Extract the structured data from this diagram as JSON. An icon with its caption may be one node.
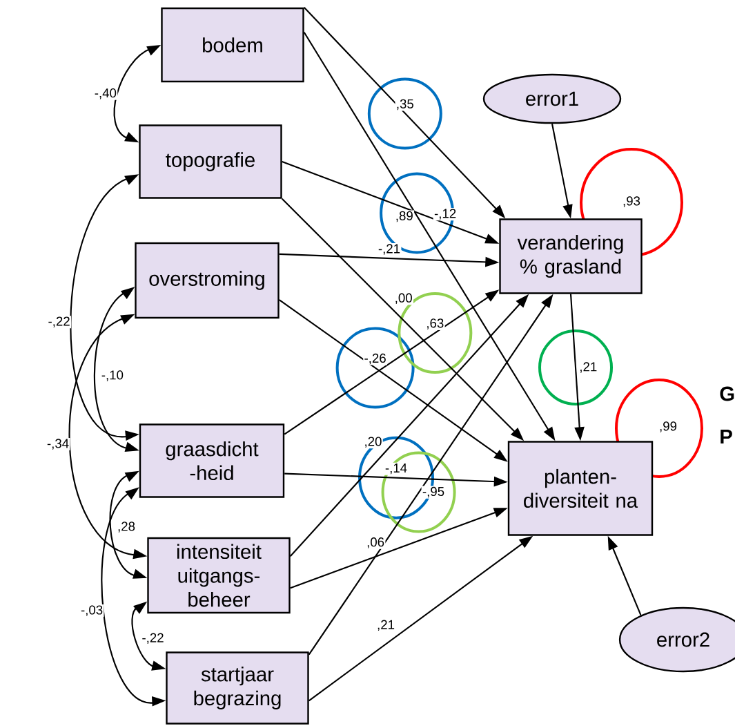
{
  "diagram": {
    "nodes": [
      {
        "text": [
          "bodem"
        ]
      },
      {
        "text": [
          "topografie"
        ]
      },
      {
        "text": [
          "overstroming"
        ]
      },
      {
        "text": [
          "graasdicht -heid"
        ]
      },
      {
        "text": [
          "intensiteit uitgangs- beheer"
        ]
      },
      {
        "text": [
          "startjaar begrazing"
        ]
      },
      {
        "text": [
          "verandering % grasland"
        ],
        "beside": [
          ",93"
        ]
      },
      {
        "text": [
          "planten- diversiteit na"
        ],
        "beside": [
          ",99"
        ]
      },
      {
        "text": [
          "error1"
        ]
      },
      {
        "text": [
          "error2"
        ]
      }
    ],
    "edges": [
      {
        "from": 0,
        "to": 6,
        "arrow": "to",
        "label": ",35"
      },
      {
        "from": 0,
        "to": 7,
        "arrow": "to",
        "label": ",89"
      },
      {
        "from": 1,
        "to": 6,
        "arrow": "to",
        "label": "-,12"
      },
      {
        "from": 1,
        "to": 7,
        "arrow": "to",
        "label": ",00"
      },
      {
        "from": 2,
        "to": 6,
        "arrow": "to",
        "label": "-,21"
      },
      {
        "from": 2,
        "to": 7,
        "arrow": "to",
        "label": "-,26"
      },
      {
        "from": 3,
        "to": 6,
        "arrow": "to",
        "label": ",63"
      },
      {
        "from": 3,
        "to": 7,
        "arrow": "to",
        "label": "-,14"
      },
      {
        "from": 4,
        "to": 6,
        "arrow": "to",
        "label": ",20"
      },
      {
        "from": 4,
        "to": 7,
        "arrow": "to",
        "label": ",06"
      },
      {
        "from": 5,
        "to": 6,
        "arrow": "to",
        "label": "-,95"
      },
      {
        "from": 5,
        "to": 7,
        "arrow": "to",
        "label": ",21"
      },
      {
        "from": 6,
        "to": 7,
        "arrow": "to",
        "label": ",21"
      },
      {
        "from": 8,
        "to": 6,
        "arrow": "to"
      },
      {
        "from": 9,
        "to": 7,
        "arrow": "to"
      },
      {
        "from": 0,
        "to": 1,
        "arrow": "both",
        "label": "-,40"
      },
      {
        "from": 1,
        "to": 3,
        "arrow": "both",
        "label": "-,22"
      },
      {
        "from": 2,
        "to": 3,
        "arrow": "both",
        "label": "-,10"
      },
      {
        "from": 2,
        "to": 4,
        "arrow": "both",
        "label": "-,34"
      },
      {
        "from": 3,
        "to": 4,
        "arrow": "both",
        "label": ",28"
      },
      {
        "from": 3,
        "to": 5,
        "arrow": "both",
        "label": "-,03"
      },
      {
        "from": 4,
        "to": 5,
        "arrow": "both",
        "label": "-,22"
      }
    ],
    "labels": [
      "G",
      "P"
    ]
  }
}
